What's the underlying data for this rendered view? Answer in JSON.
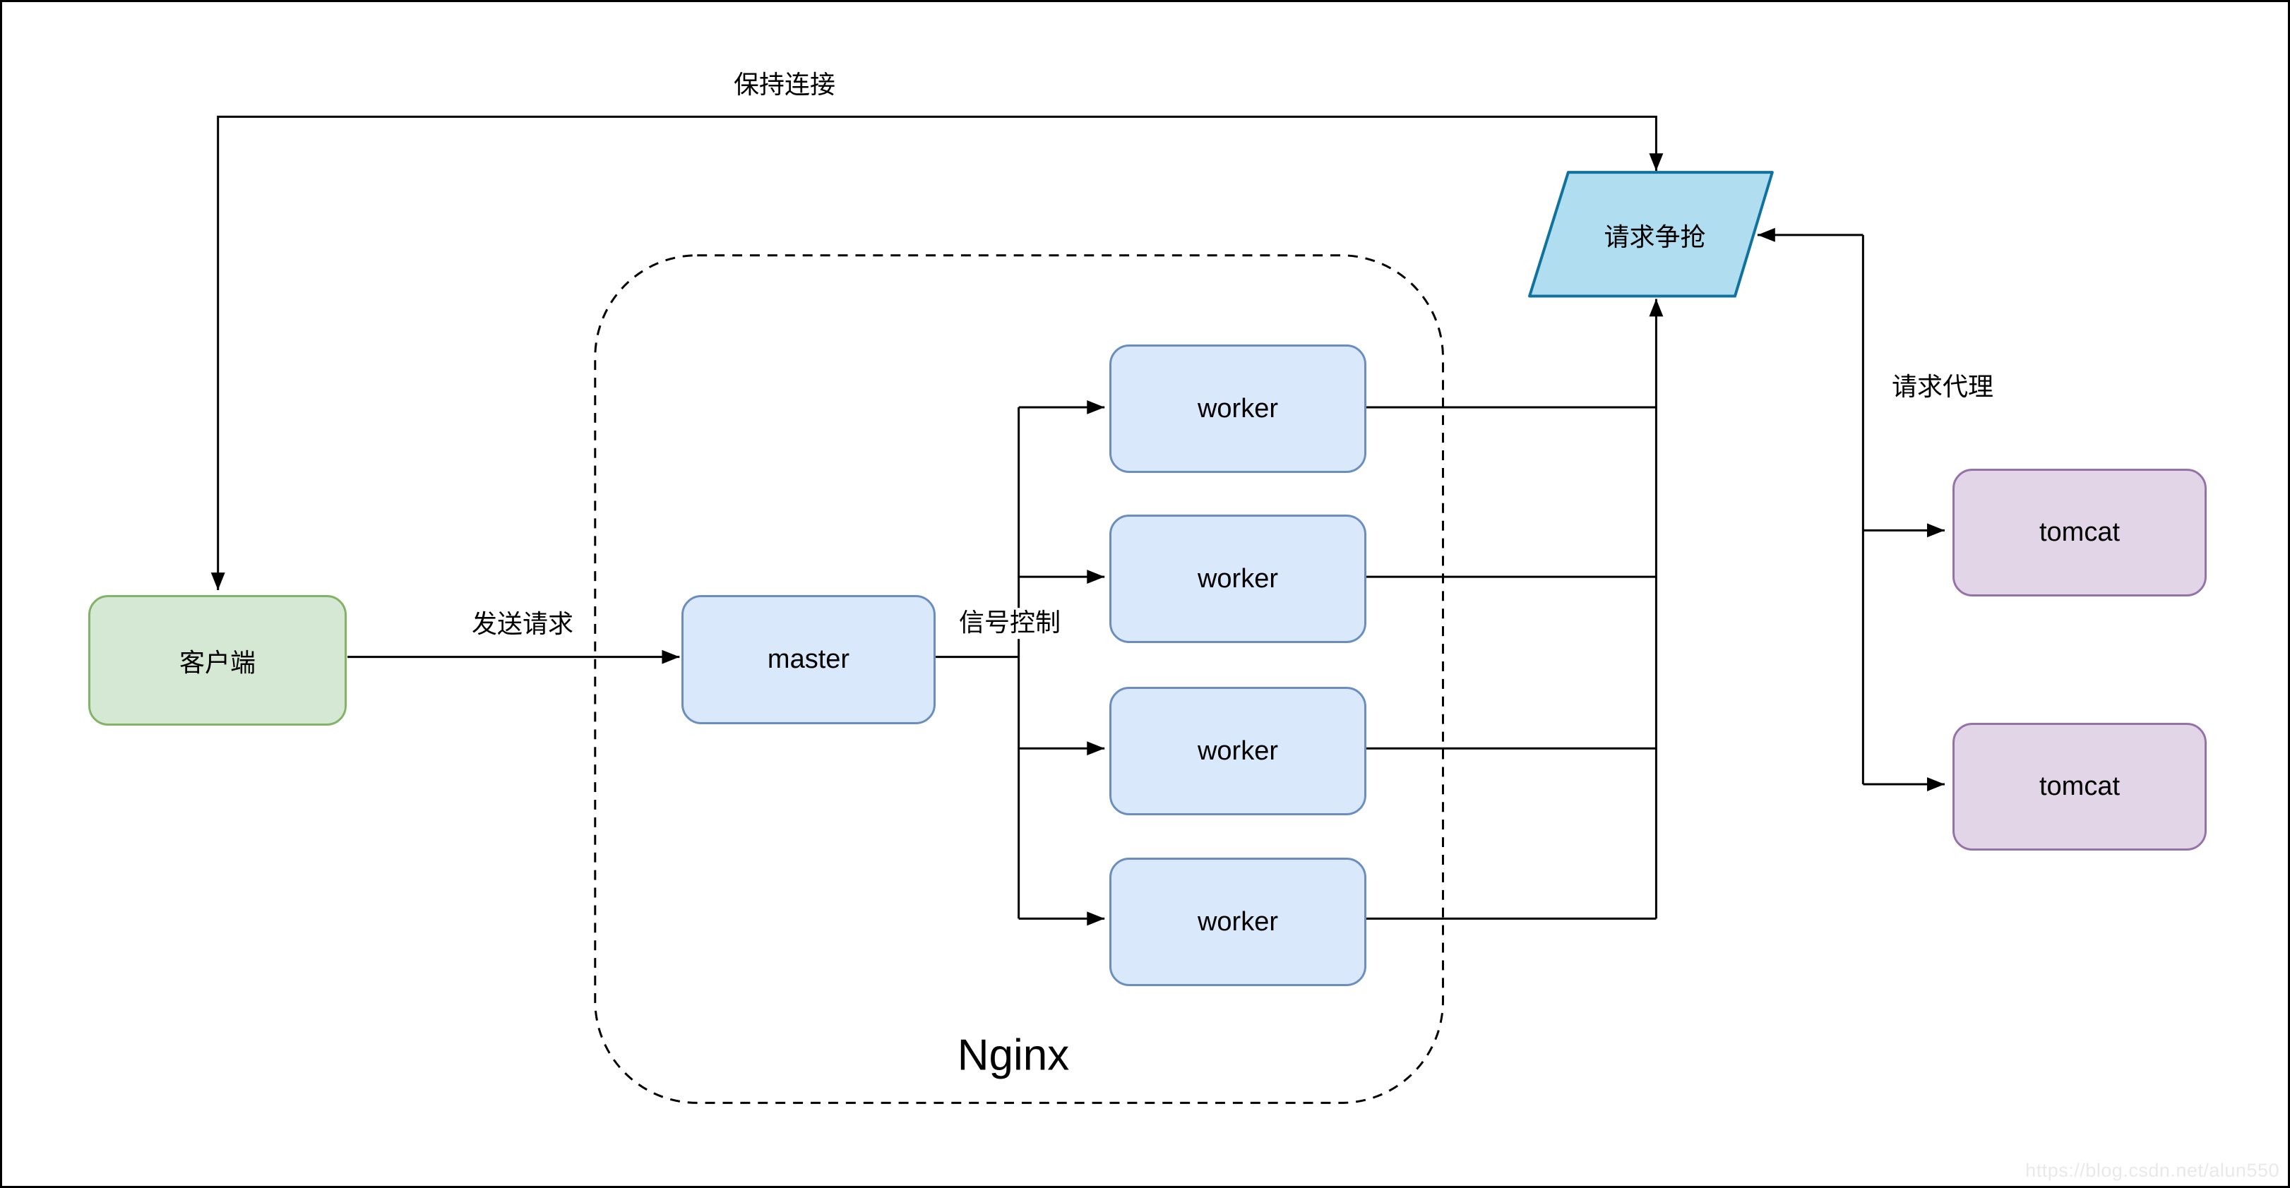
{
  "diagram": {
    "title": "Nginx master-worker architecture diagram",
    "nodes": {
      "client": {
        "label": "客户端"
      },
      "master": {
        "label": "master"
      },
      "workers": [
        {
          "label": "worker"
        },
        {
          "label": "worker"
        },
        {
          "label": "worker"
        },
        {
          "label": "worker"
        }
      ],
      "contention": {
        "label": "请求争抢"
      },
      "tomcats": [
        {
          "label": "tomcat"
        },
        {
          "label": "tomcat"
        }
      ],
      "nginx_container": {
        "label": "Nginx"
      }
    },
    "edge_labels": {
      "keep_alive": "保持连接",
      "send_request": "发送请求",
      "signal_control": "信号控制",
      "request_proxy": "请求代理"
    },
    "watermark": "https://blog.csdn.net/alun550",
    "colors": {
      "client_fill": "#d5e8d4",
      "client_stroke": "#82b366",
      "process_fill": "#dae8fc",
      "process_stroke": "#6c8ebf",
      "tomcat_fill": "#e1d5e7",
      "tomcat_stroke": "#9673a6",
      "contention_fill": "#b1ddf0",
      "contention_stroke": "#10739e",
      "line": "#000000",
      "container_stroke": "#000000",
      "watermark_color": "#e9e9e9"
    }
  }
}
